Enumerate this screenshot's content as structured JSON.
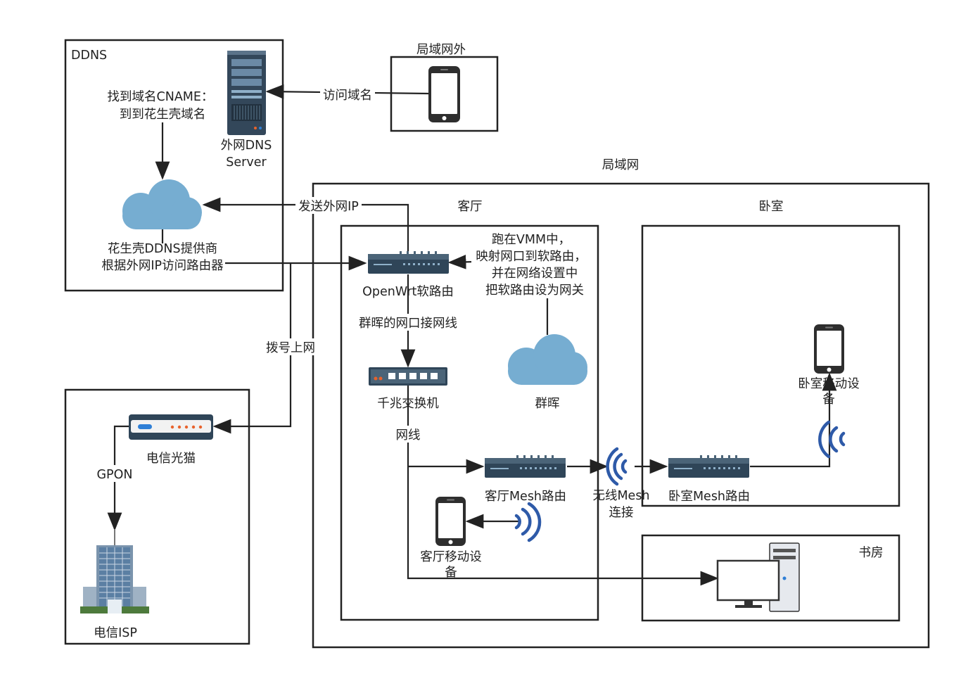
{
  "containers": {
    "ddns": "DDNS",
    "outside_lan": "局域网外",
    "lan": "局域网",
    "living_room": "客厅",
    "bedroom": "卧室",
    "study": "书房"
  },
  "nodes": {
    "dns_server": [
      "外网DNS",
      "Server"
    ],
    "cname_lookup": [
      "找到域名CNAME：",
      "到到花生壳域名"
    ],
    "oray_cloud": [
      "花生壳DDNS提供商",
      "根据外网IP访问路由器"
    ],
    "openwrt": "OpenWrt软路由",
    "vmm_note": [
      "跑在VMM中，",
      "映射网口到软路由，",
      "并在网络设置中",
      "把软路由设为网关"
    ],
    "gigabit_switch": "千兆交换机",
    "synology": "群晖",
    "living_mesh": "客厅Mesh路由",
    "living_device": [
      "客厅移动设",
      "备"
    ],
    "wireless_mesh": [
      "无线Mesh",
      "连接"
    ],
    "bedroom_mesh": "卧室Mesh路由",
    "bedroom_device": [
      "卧室移动设",
      "备"
    ],
    "optical_modem": "电信光猫",
    "isp": "电信ISP"
  },
  "edges": {
    "visit_domain": "访问域名",
    "send_ip": "发送外网IP",
    "synology_port": "群晖的网口接网线",
    "dialup": "拨号上网",
    "cable": "网线",
    "gpon": "GPON"
  },
  "colors": {
    "stroke": "#222222",
    "cloud": "#76add1",
    "router_body": "#2f4558",
    "router_face": "#4b6478",
    "wifi": "#2e5aa8",
    "led_orange": "#e8622c",
    "led_blue": "#2f7fd6",
    "server_body": "#33475a",
    "building_glass": "#5b7fa3"
  },
  "icons": {
    "dns_server": "server-icon",
    "phone": "smartphone-icon",
    "cloud": "cloud-icon",
    "router": "router-icon",
    "switch": "switch-icon",
    "wifi": "wifi-icon",
    "modem": "modem-icon",
    "building": "building-icon",
    "computer": "desktop-computer-icon"
  }
}
